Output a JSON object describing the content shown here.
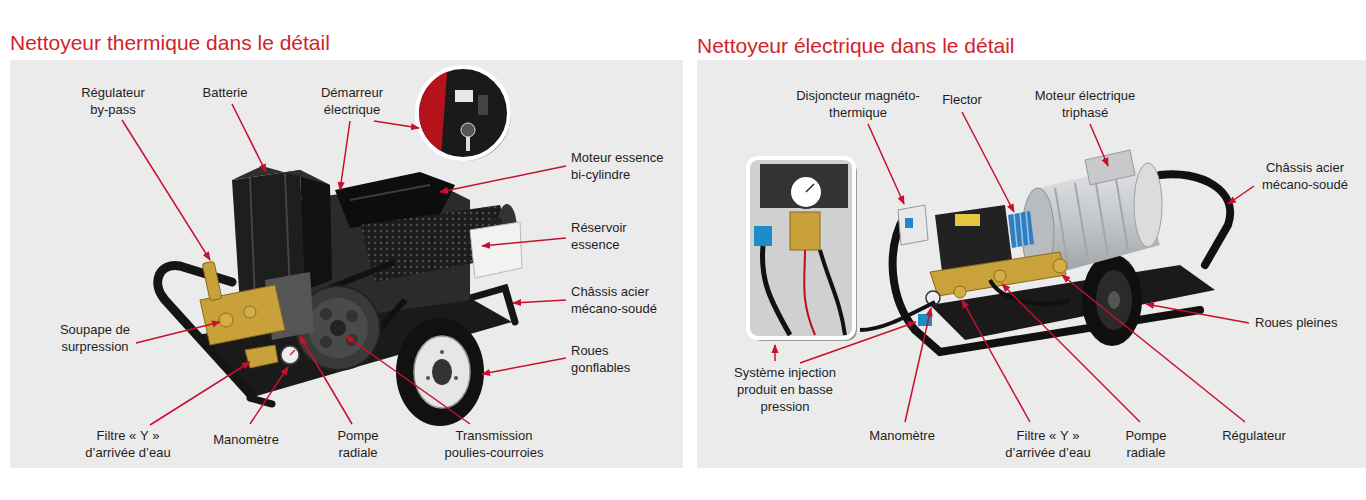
{
  "diagram": {
    "nodes": [
      {
        "text": [
          "Nettoyeur thermique dans le détail"
        ]
      },
      {
        "text": [
          "Nettoyeur électrique dans le détail"
        ]
      }
    ],
    "labels": [
      "Régulateur by-pass",
      "Batterie",
      "Démarreur électrique",
      "Moteur essence bi-cylindre",
      "Réservoir essence",
      "Châssis acier mécano-soudé",
      "Roues gonflables",
      "Soupape de surpression",
      "Filtre « Y » d’arrivée d’eau",
      "Manomètre",
      "Pompe radiale",
      "Transmission poulies-courroies",
      "Disjoncteur magnéto-thermique",
      "Flector",
      "Moteur électrique triphasé",
      "Châssis acier mécano-soudé",
      "Roues pleines",
      "Système injection produit en basse pression",
      "Manomètre",
      "Filtre « Y » d’arrivée d’eau",
      "Pompe radiale",
      "Régulateur"
    ]
  }
}
